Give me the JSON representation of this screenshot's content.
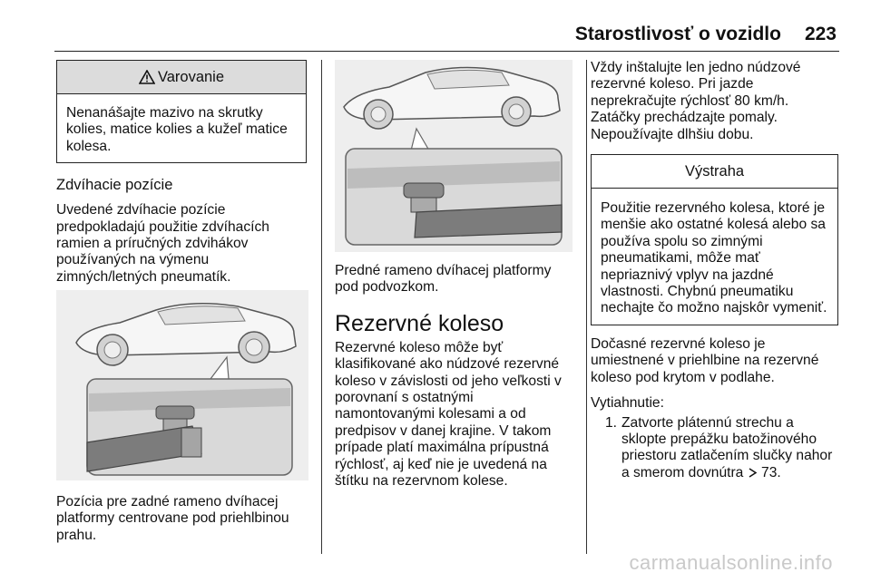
{
  "header": {
    "title": "Starostlivosť o vozidlo",
    "page_number": "223"
  },
  "col1": {
    "warning": {
      "title": "Varovanie",
      "text": "Nenanášajte mazivo na skrutky kolies, matice kolies a kužeľ matice kolesa."
    },
    "section_title": "Zdvíhacie pozície",
    "intro": "Uvedené zdvíhacie pozície predpokladajú použitie zdvíhacích ramien a príručných zdvihákov používaných na výmenu zimných/letných pneumatík.",
    "caption": "Pozícia pre zadné rameno dvíhacej platformy centrovane pod priehlbinou prahu."
  },
  "col2": {
    "caption": "Predné rameno dvíhacej platformy pod podvozkom.",
    "section_title": "Rezervné koleso",
    "body": "Rezervné koleso môže byť klasifikované ako núdzové rezervné koleso v závislosti od jeho veľkosti v porovnaní s ostatnými namontovanými kolesami a od predpisov v danej krajine. V takom prípade platí maximálna prípustná rýchlosť, aj keď nie je uvedená na štítku na rezervnom kolese."
  },
  "col3": {
    "intro": "Vždy inštalujte len jedno núdzové rezervné koleso. Pri jazde neprekračujte rýchlosť 80 km/h. Zatáčky prechádzajte pomaly. Nepoužívajte dlhšiu dobu.",
    "notice": {
      "title": "Výstraha",
      "text": "Použitie rezervného kolesa, ktoré je menšie ako ostatné kolesá alebo sa používa spolu so zimnými pneumatikami, môže mať nepriaznivý vplyv na jazdné vlastnosti. Chybnú pneumatiku nechajte čo možno najskôr vymeniť."
    },
    "para2": "Dočasné rezervné koleso je umiestnené v priehlbine na rezervné koleso pod krytom v podlahe.",
    "removal_title": "Vytiahnutie:",
    "steps": [
      {
        "num": "1.",
        "text": "Zatvorte plátennú strechu a sklopte prepážku batožinového priestoru zatlačením slučky nahor a smerom dovnútra",
        "ref": "73."
      }
    ]
  },
  "watermark": "carmanualsonline.info",
  "icons": {
    "warning": "warning-triangle-icon",
    "reference": "reference-arrow-icon"
  }
}
